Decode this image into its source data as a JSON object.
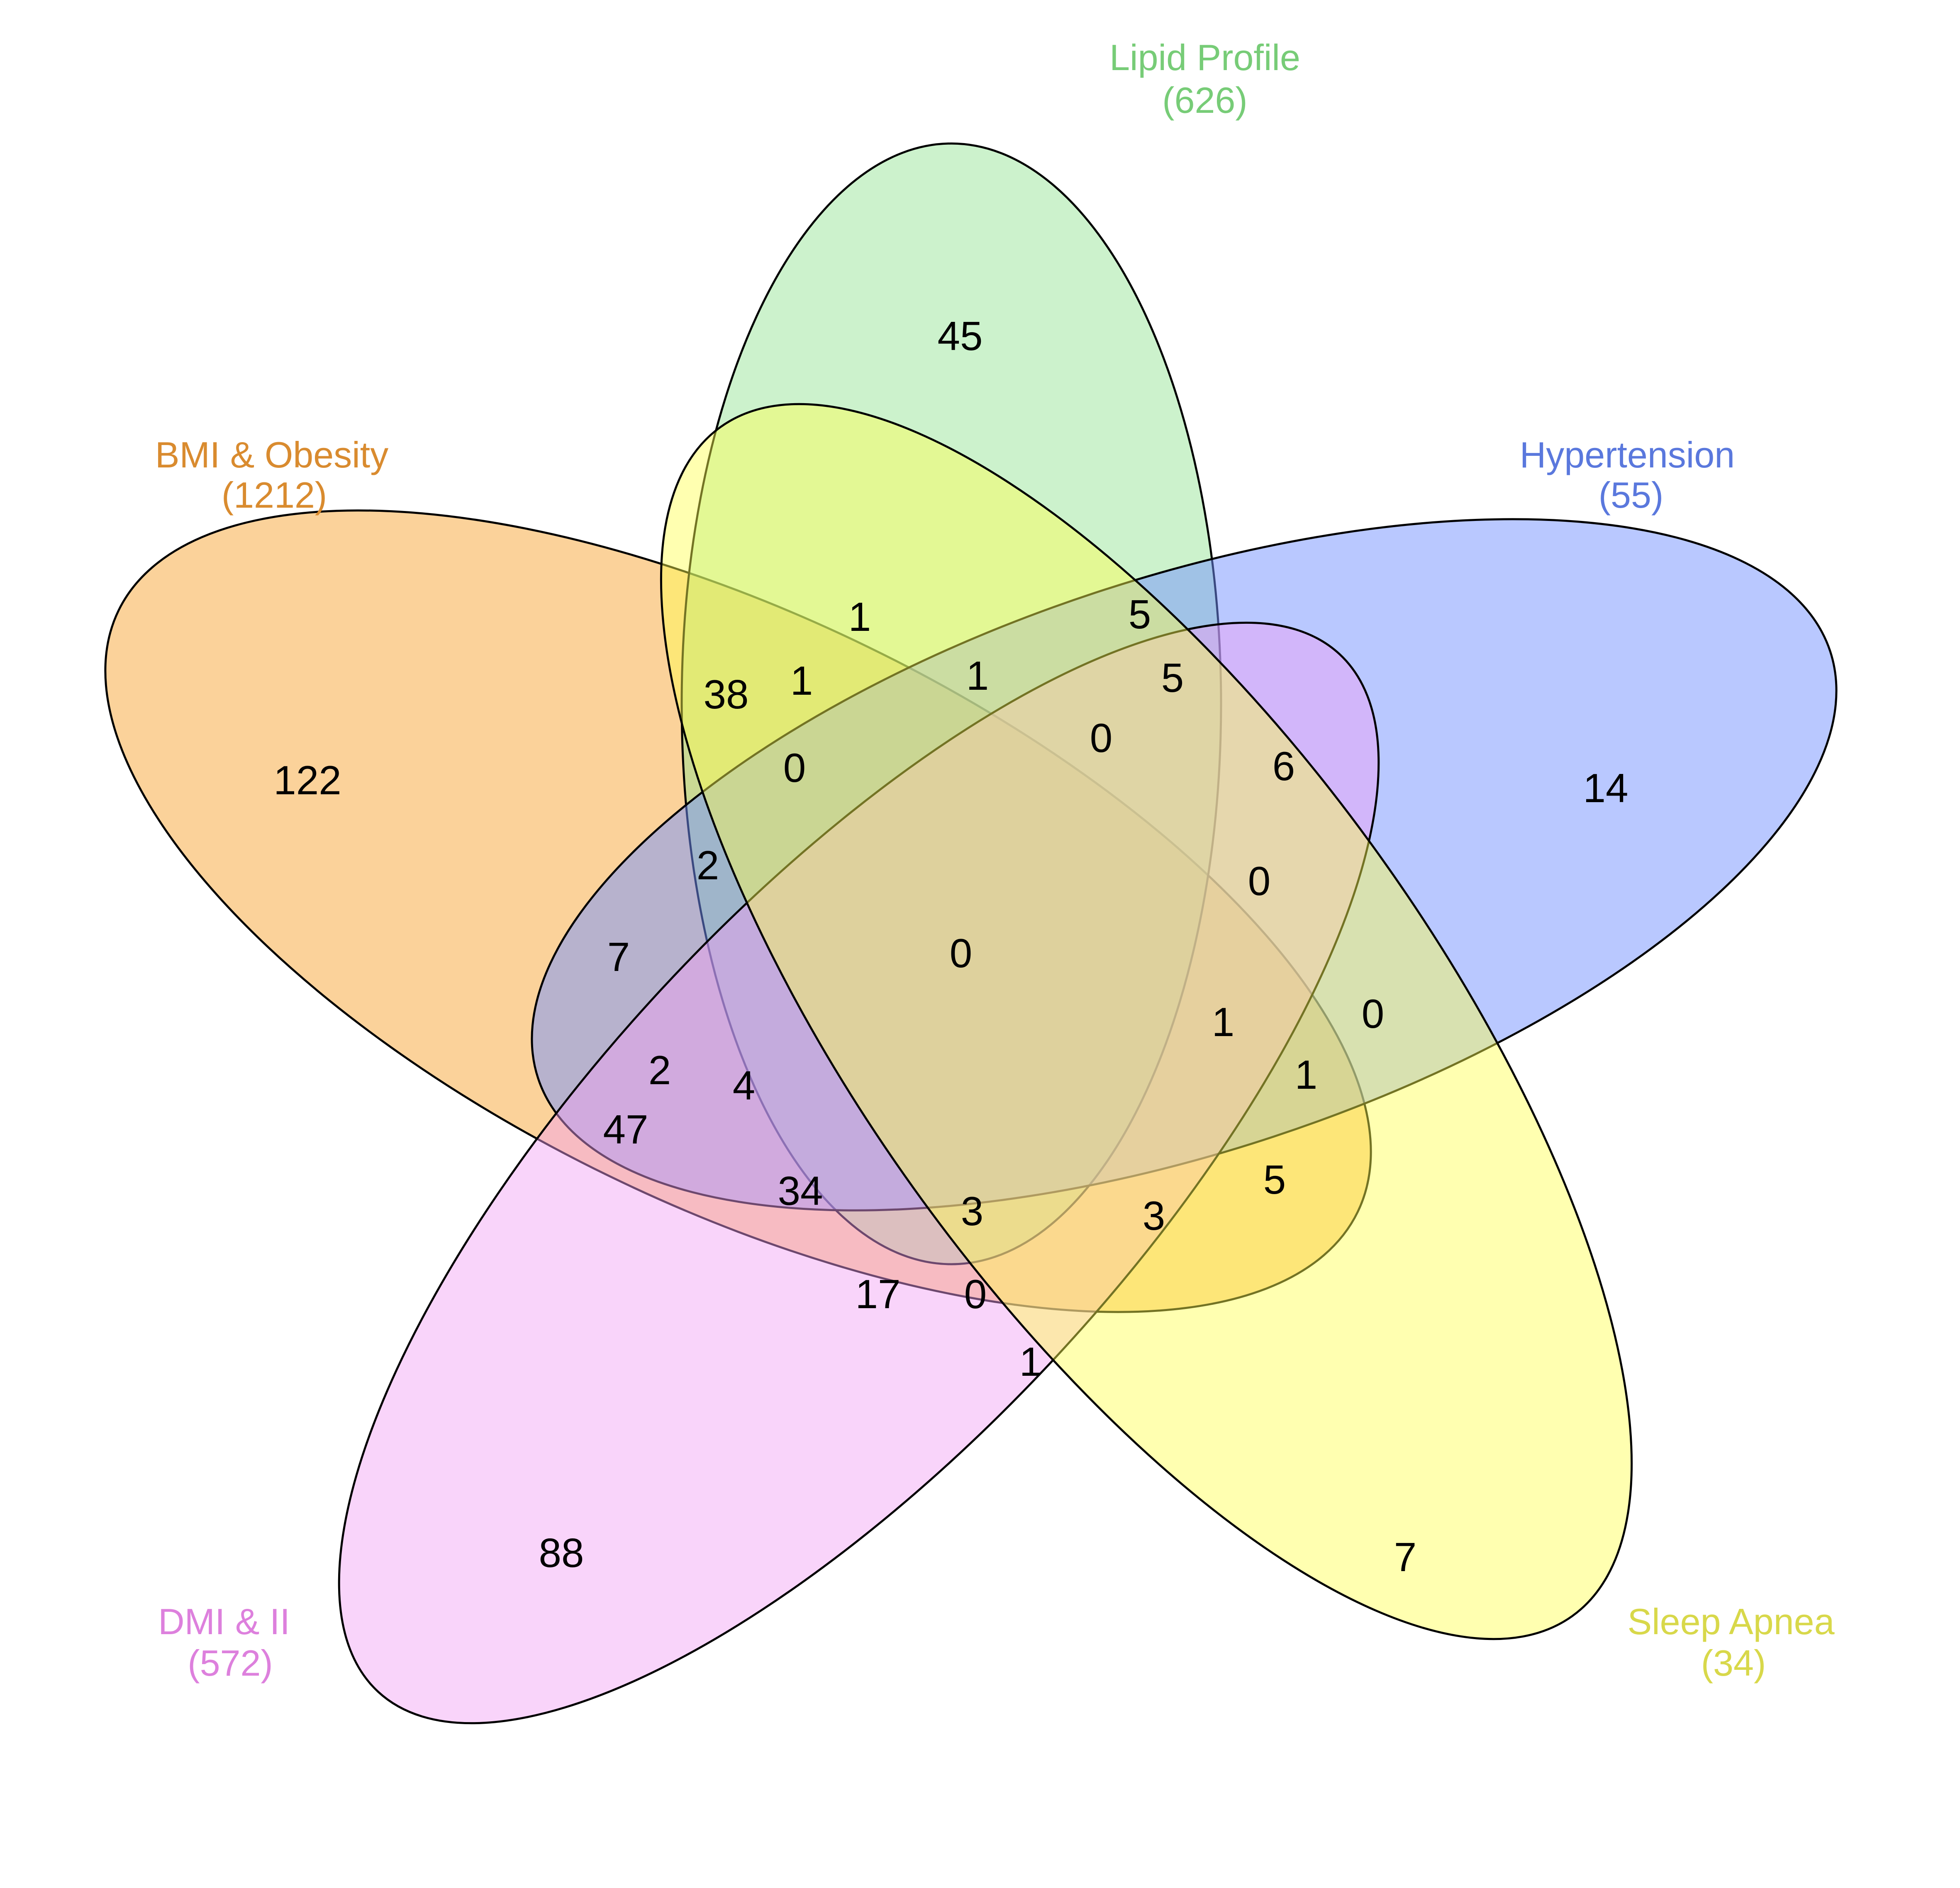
{
  "sets": [
    {
      "key": "lipid",
      "name": "Lipid Profile",
      "total": "(626)",
      "color": "#77cc77",
      "fill": "#8ee28e"
    },
    {
      "key": "hypertension",
      "name": "Hypertension",
      "total": "(55)",
      "color": "#5a78dd",
      "fill": "#7391ff"
    },
    {
      "key": "sleep",
      "name": "Sleep Apnea",
      "total": "(34)",
      "color": "#d8d84a",
      "fill": "#ffff50"
    },
    {
      "key": "dmi",
      "name": "DMI & II",
      "total": "(572)",
      "color": "#dd80dd",
      "fill": "#f29ff5"
    },
    {
      "key": "bmi",
      "name": "BMI & Obesity",
      "total": "(1212)",
      "color": "#d98b2f",
      "fill": "#f8a535"
    }
  ],
  "regions": [
    {
      "sets": [
        "lipid"
      ],
      "count": "45"
    },
    {
      "sets": [
        "hypertension"
      ],
      "count": "14"
    },
    {
      "sets": [
        "sleep"
      ],
      "count": "7"
    },
    {
      "sets": [
        "dmi"
      ],
      "count": "88"
    },
    {
      "sets": [
        "bmi"
      ],
      "count": "122"
    },
    {
      "sets": [
        "lipid",
        "sleep"
      ],
      "count": "1"
    },
    {
      "sets": [
        "lipid",
        "hypertension"
      ],
      "count": "5"
    },
    {
      "sets": [
        "lipid",
        "bmi"
      ],
      "count": "38"
    },
    {
      "sets": [
        "lipid",
        "bmi",
        "sleep"
      ],
      "count": "1"
    },
    {
      "sets": [
        "lipid",
        "sleep",
        "hypertension"
      ],
      "count": "1"
    },
    {
      "sets": [
        "lipid",
        "hypertension",
        "dmi"
      ],
      "count": "5"
    },
    {
      "sets": [
        "lipid",
        "bmi",
        "sleep",
        "hypertension"
      ],
      "count": "0"
    },
    {
      "sets": [
        "hypertension",
        "dmi"
      ],
      "count": "6"
    },
    {
      "sets": [
        "lipid",
        "bmi",
        "sleep",
        "hypertension"
      ],
      "count": "0"
    },
    {
      "sets": [
        "lipid",
        "bmi",
        "hypertension"
      ],
      "count": "2"
    },
    {
      "sets": [
        "hypertension",
        "dmi",
        "bmi"
      ],
      "count": "0"
    },
    {
      "sets": [
        "bmi",
        "hypertension"
      ],
      "count": "7"
    },
    {
      "sets": [
        "lipid",
        "hypertension",
        "sleep",
        "dmi",
        "bmi"
      ],
      "count": "0"
    },
    {
      "sets": [
        "hypertension",
        "sleep"
      ],
      "count": "0"
    },
    {
      "sets": [
        "hypertension",
        "sleep",
        "dmi",
        "bmi"
      ],
      "count": "1"
    },
    {
      "sets": [
        "hypertension",
        "sleep",
        "bmi"
      ],
      "count": "1"
    },
    {
      "sets": [
        "dmi",
        "bmi",
        "hypertension"
      ],
      "count": "2"
    },
    {
      "sets": [
        "lipid",
        "dmi",
        "bmi",
        "hypertension"
      ],
      "count": "4"
    },
    {
      "sets": [
        "dmi",
        "bmi"
      ],
      "count": "47"
    },
    {
      "sets": [
        "lipid",
        "dmi",
        "bmi"
      ],
      "count": "34"
    },
    {
      "sets": [
        "lipid",
        "sleep",
        "dmi",
        "bmi"
      ],
      "count": "3"
    },
    {
      "sets": [
        "sleep",
        "dmi",
        "bmi"
      ],
      "count": "3"
    },
    {
      "sets": [
        "sleep",
        "bmi"
      ],
      "count": "5"
    },
    {
      "sets": [
        "lipid",
        "dmi"
      ],
      "count": "17"
    },
    {
      "sets": [
        "lipid",
        "sleep",
        "dmi"
      ],
      "count": "0"
    },
    {
      "sets": [
        "sleep",
        "dmi"
      ],
      "count": "1"
    }
  ]
}
